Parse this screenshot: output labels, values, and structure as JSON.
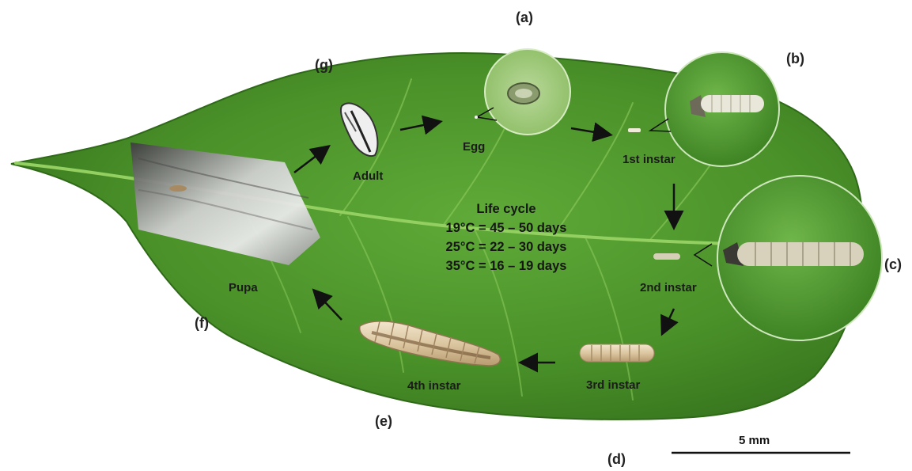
{
  "panels": {
    "a": "(a)",
    "b": "(b)",
    "c": "(c)",
    "d": "(d)",
    "e": "(e)",
    "f": "(f)",
    "g": "(g)"
  },
  "stages": {
    "egg": "Egg",
    "first_instar": "1st instar",
    "second_instar": "2nd instar",
    "third_instar": "3rd instar",
    "fourth_instar": "4th instar",
    "pupa": "Pupa",
    "adult": "Adult"
  },
  "life_cycle": {
    "title": "Life cycle",
    "durations": [
      "19°C = 45 – 50 days",
      "25°C = 22 – 30 days",
      "35°C = 16 – 19 days"
    ]
  },
  "scale_bar": {
    "label": "5 mm"
  },
  "colors": {
    "leaf": "#4f9a2e",
    "leaf_dark": "#3a7d22",
    "vein": "#8fcf5a",
    "larva": "#e6d6b4",
    "arrow": "#111111"
  }
}
